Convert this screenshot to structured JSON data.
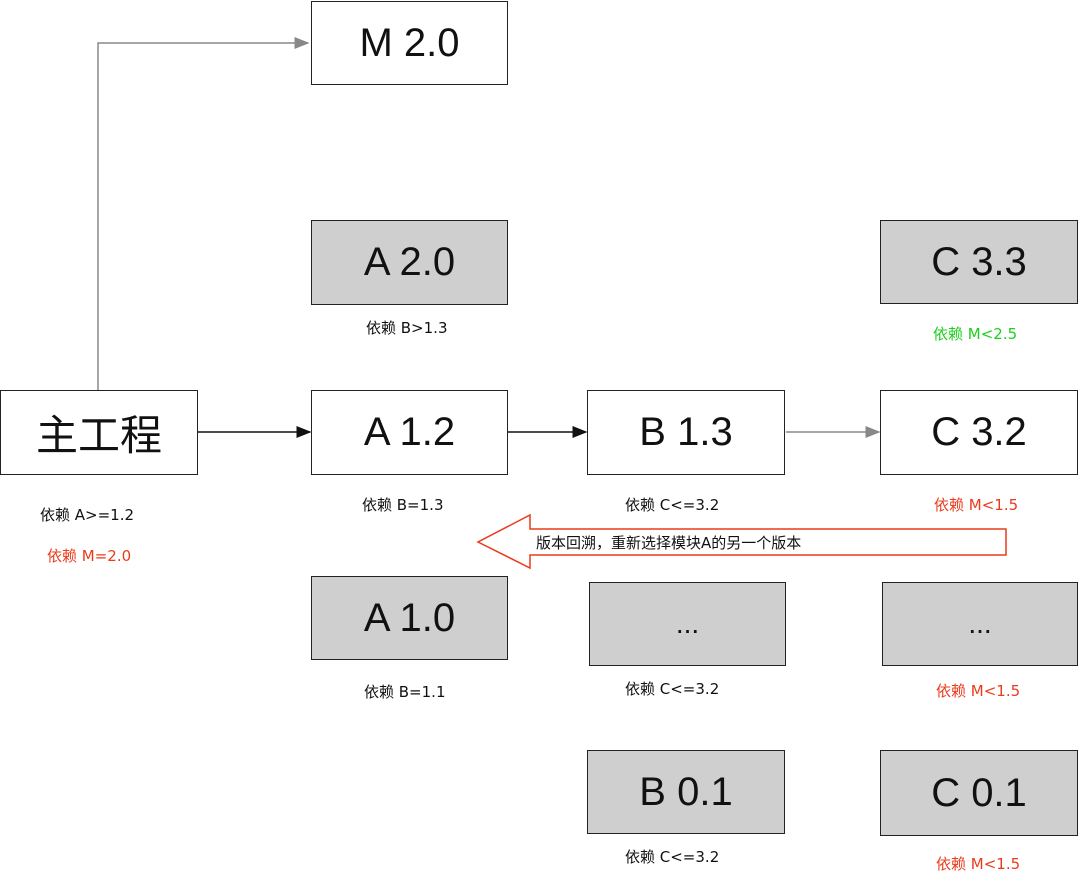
{
  "nodes": {
    "main": "主工程",
    "m20": "M 2.0",
    "a20": "A 2.0",
    "a12": "A 1.2",
    "a10": "A 1.0",
    "b13": "B 1.3",
    "b_more": "...",
    "b01": "B 0.1",
    "c33": "C 3.3",
    "c32": "C 3.2",
    "c_more": "...",
    "c01": "C 0.1"
  },
  "labels": {
    "main_dep_a": "依赖 A>=1.2",
    "main_dep_m": "依赖 M=2.0",
    "a20_dep": "依赖 B>1.3",
    "a12_dep": "依赖 B=1.3",
    "a10_dep": "依赖 B=1.1",
    "b13_dep": "依赖 C<=3.2",
    "b_more_dep": "依赖 C<=3.2",
    "b01_dep": "依赖 C<=3.2",
    "c33_dep": "依赖 M<2.5",
    "c32_dep": "依赖 M<1.5",
    "c_more_dep": "依赖 M<1.5",
    "c01_dep": "依赖 M<1.5"
  },
  "callout": "版本回溯，重新选择模块A的另一个版本",
  "colors": {
    "conflict": "#ea3b1c",
    "ok": "#1ccf1c",
    "alt_box": "#cfcfcf"
  }
}
